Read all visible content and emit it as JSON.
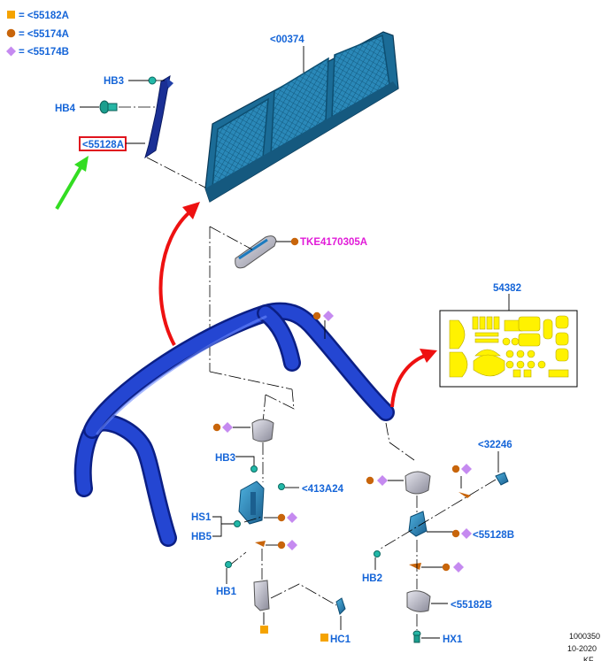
{
  "legend": [
    {
      "shape": "square",
      "color": "#f5a300",
      "code": "= <55182A"
    },
    {
      "shape": "circle",
      "color": "#c8650b",
      "code": "= <55174A"
    },
    {
      "shape": "diamond",
      "color": "#c58af0",
      "code": "= <55174B"
    }
  ],
  "labels": {
    "l00374": "<00374",
    "hb3_top": "HB3",
    "hb4": "HB4",
    "l55128A": "<55128A",
    "tke": "TKE4170305A",
    "p54382": "54382",
    "hb3_mid": "HB3",
    "l413A24": "<413A24",
    "hs1": "HS1",
    "hb5": "HB5",
    "hb1": "HB1",
    "hc1": "HC1",
    "l32246": "<32246",
    "l55128B": "<55128B",
    "hb2": "HB2",
    "l55182B": "<55182B",
    "hx1": "HX1"
  },
  "footer": {
    "code": "1000350",
    "date": "10-2020",
    "extra": "KF"
  },
  "colors": {
    "label_blue": "#1565d8",
    "highlight_red": "#e0141e",
    "arrow_green": "#33dd22",
    "arrow_red": "#ee1111",
    "bar_blue": "#1f3fc9",
    "screen_teal": "#1c6f9a",
    "sticker_yellow": "#fff200"
  }
}
